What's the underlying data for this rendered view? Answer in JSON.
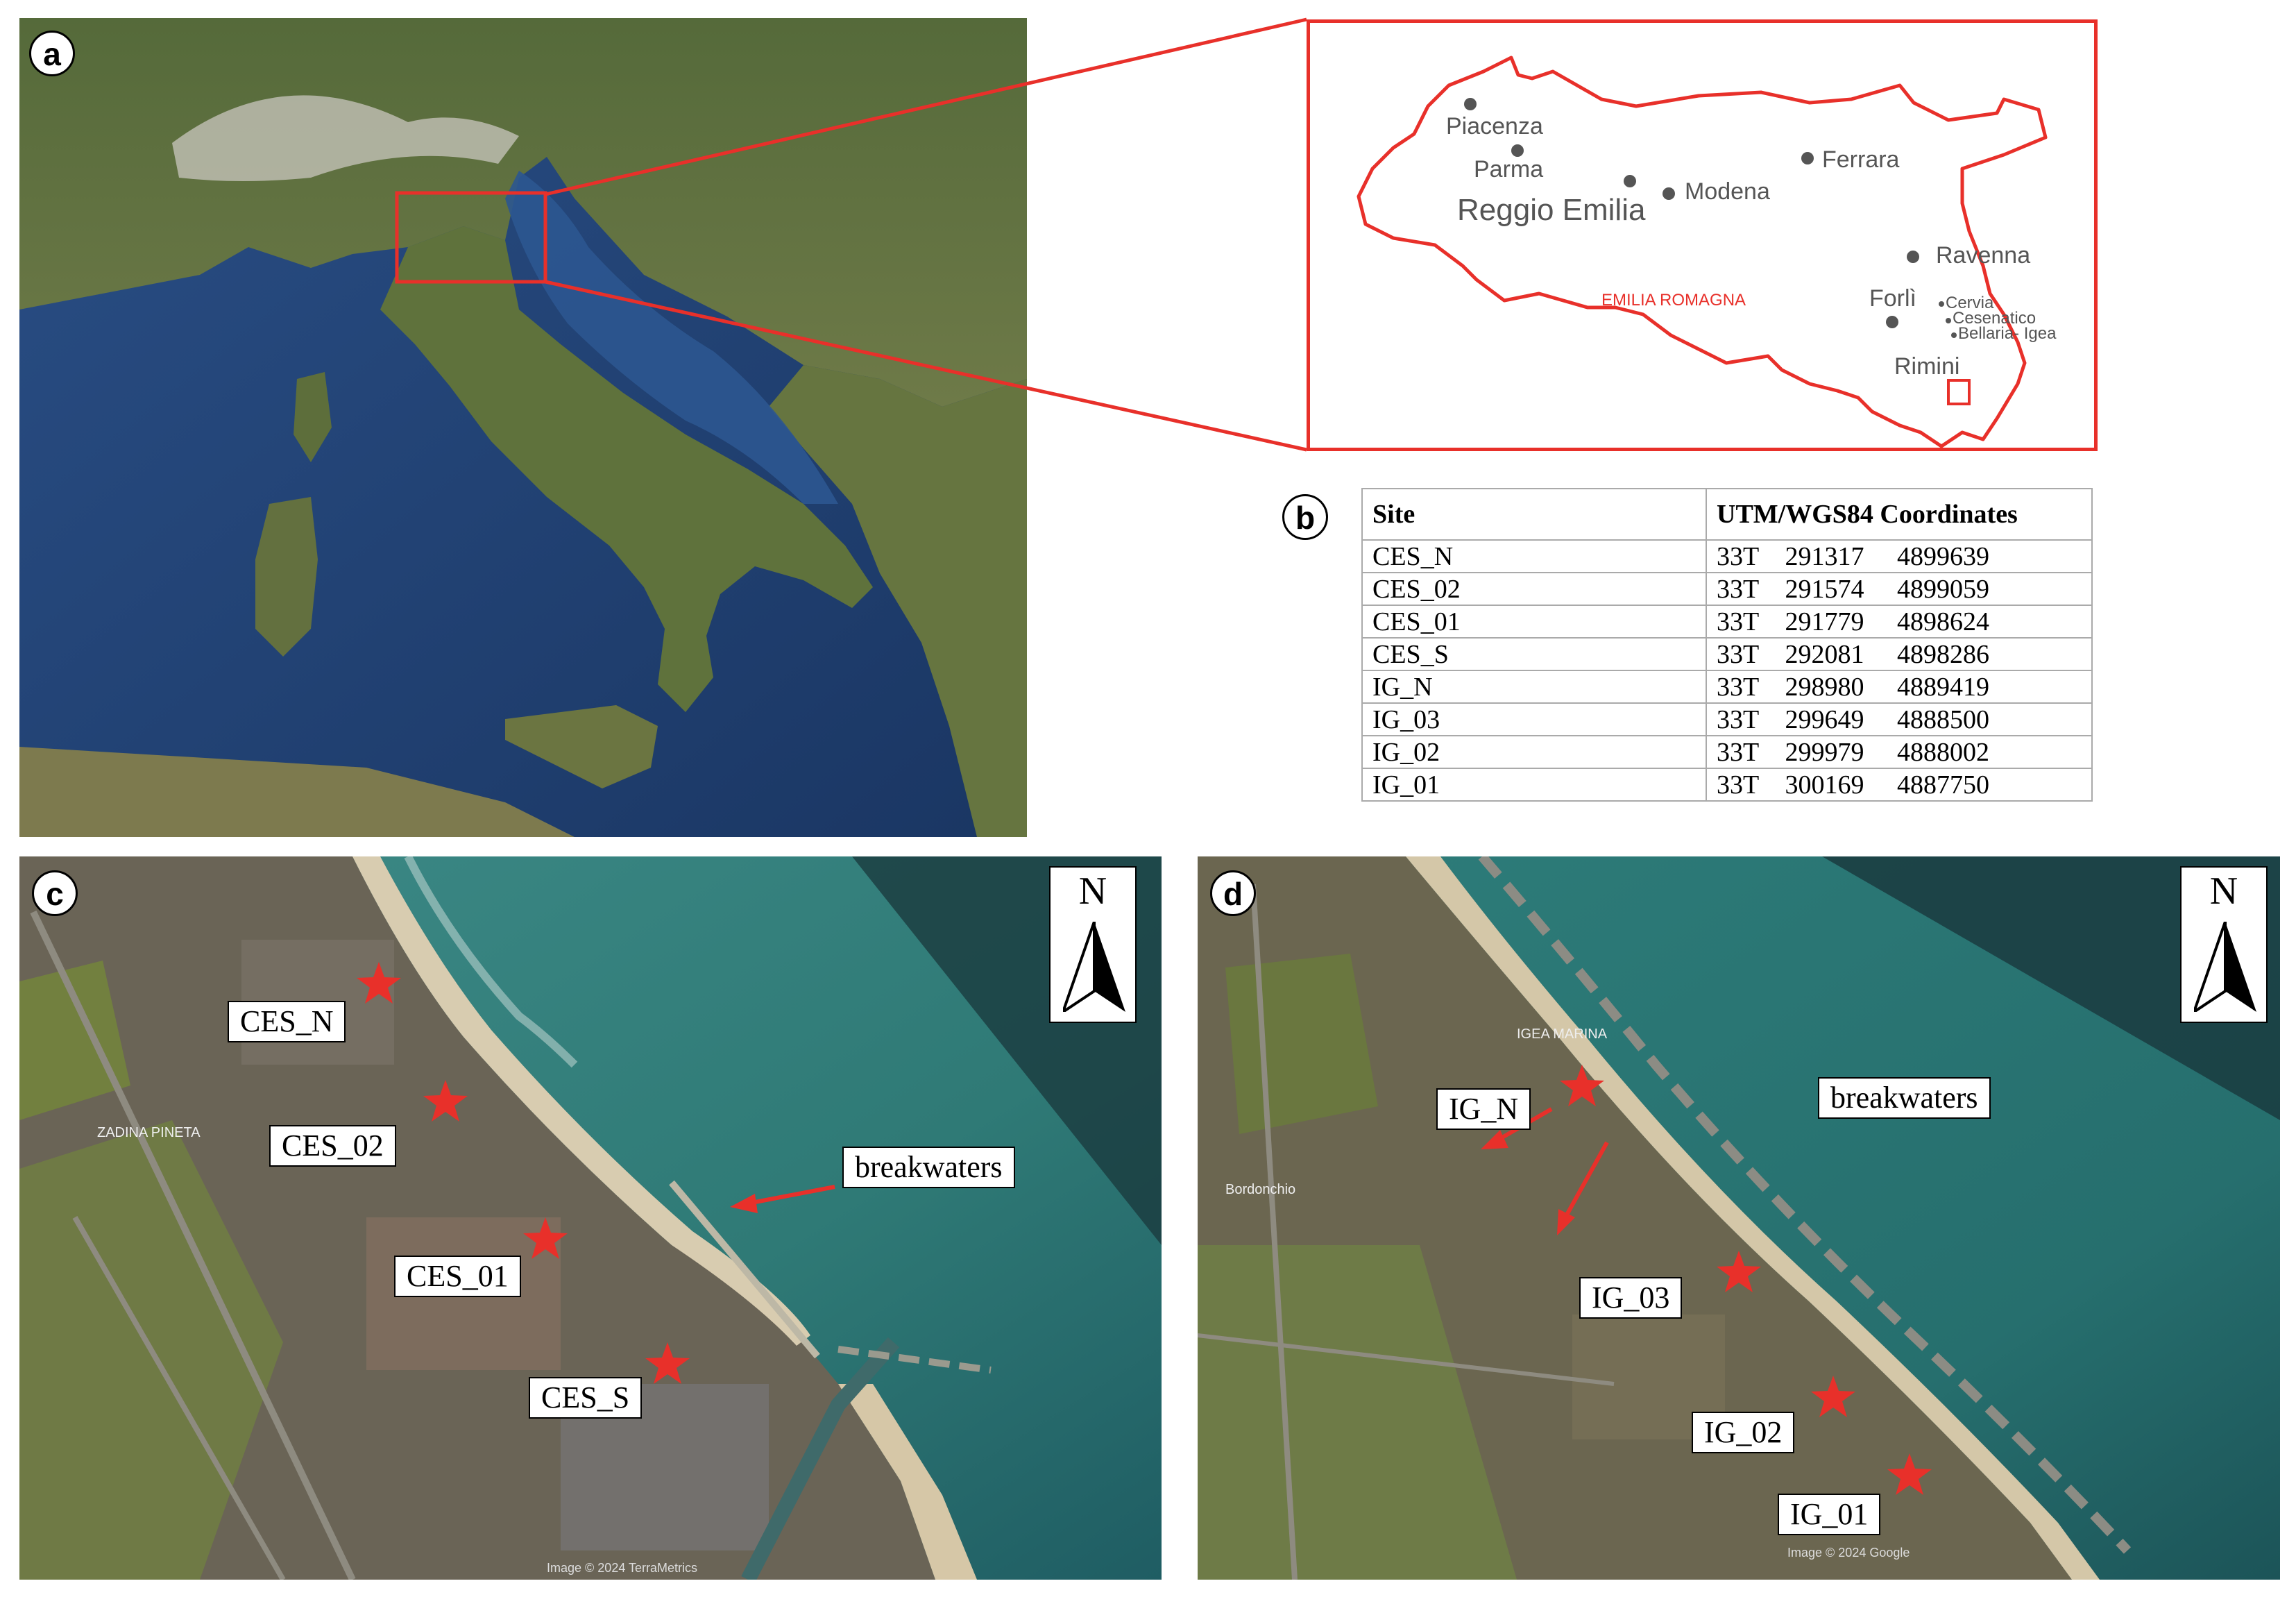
{
  "panels": {
    "a": {
      "letter": "a"
    },
    "b": {
      "letter": "b"
    },
    "c": {
      "letter": "c"
    },
    "d": {
      "letter": "d"
    }
  },
  "inset_map": {
    "region_label": "EMILIA ROMAGNA",
    "cities": {
      "piacenza": "Piacenza",
      "parma": "Parma",
      "reggio": "Reggio Emilia",
      "modena": "Modena",
      "ferrara": "Ferrara",
      "ravenna": "Ravenna",
      "forli": "Forlì",
      "cervia": "Cervia",
      "cesenatico": "Cesenatico",
      "bellaria": "Bellaria- Igea",
      "rimini": "Rimini"
    },
    "color": "#e8302a"
  },
  "table": {
    "headers": [
      "Site",
      "UTM/WGS84 Coordinates"
    ],
    "rows": [
      [
        "CES_N",
        "33T    291317     4899639"
      ],
      [
        "CES_02",
        "33T    291574     4899059"
      ],
      [
        "CES_01",
        "33T    291779     4898624"
      ],
      [
        "CES_S",
        "33T    292081     4898286"
      ],
      [
        "IG_N",
        "33T    298980     4889419"
      ],
      [
        "IG_03",
        "33T    299649     4888500"
      ],
      [
        "IG_02",
        "33T    299979     4888002"
      ],
      [
        "IG_01",
        "33T    300169     4887750"
      ]
    ]
  },
  "map_c": {
    "north": "N",
    "sites": {
      "ces_n": "CES_N",
      "ces_02": "CES_02",
      "ces_01": "CES_01",
      "ces_s": "CES_S"
    },
    "feature": "breakwaters",
    "place": "ZADINA PINETA",
    "credit": "Image © 2024 TerraMetrics"
  },
  "map_d": {
    "north": "N",
    "sites": {
      "ig_n": "IG_N",
      "ig_03": "IG_03",
      "ig_02": "IG_02",
      "ig_01": "IG_01"
    },
    "feature": "breakwaters",
    "place1": "IGEA MARINA",
    "place2": "Bordonchio",
    "credit": "Image © 2024 Google"
  },
  "colors": {
    "marker": "#e8302a",
    "sea_deep": "#1f4a78",
    "land": "#5a6e3a"
  }
}
